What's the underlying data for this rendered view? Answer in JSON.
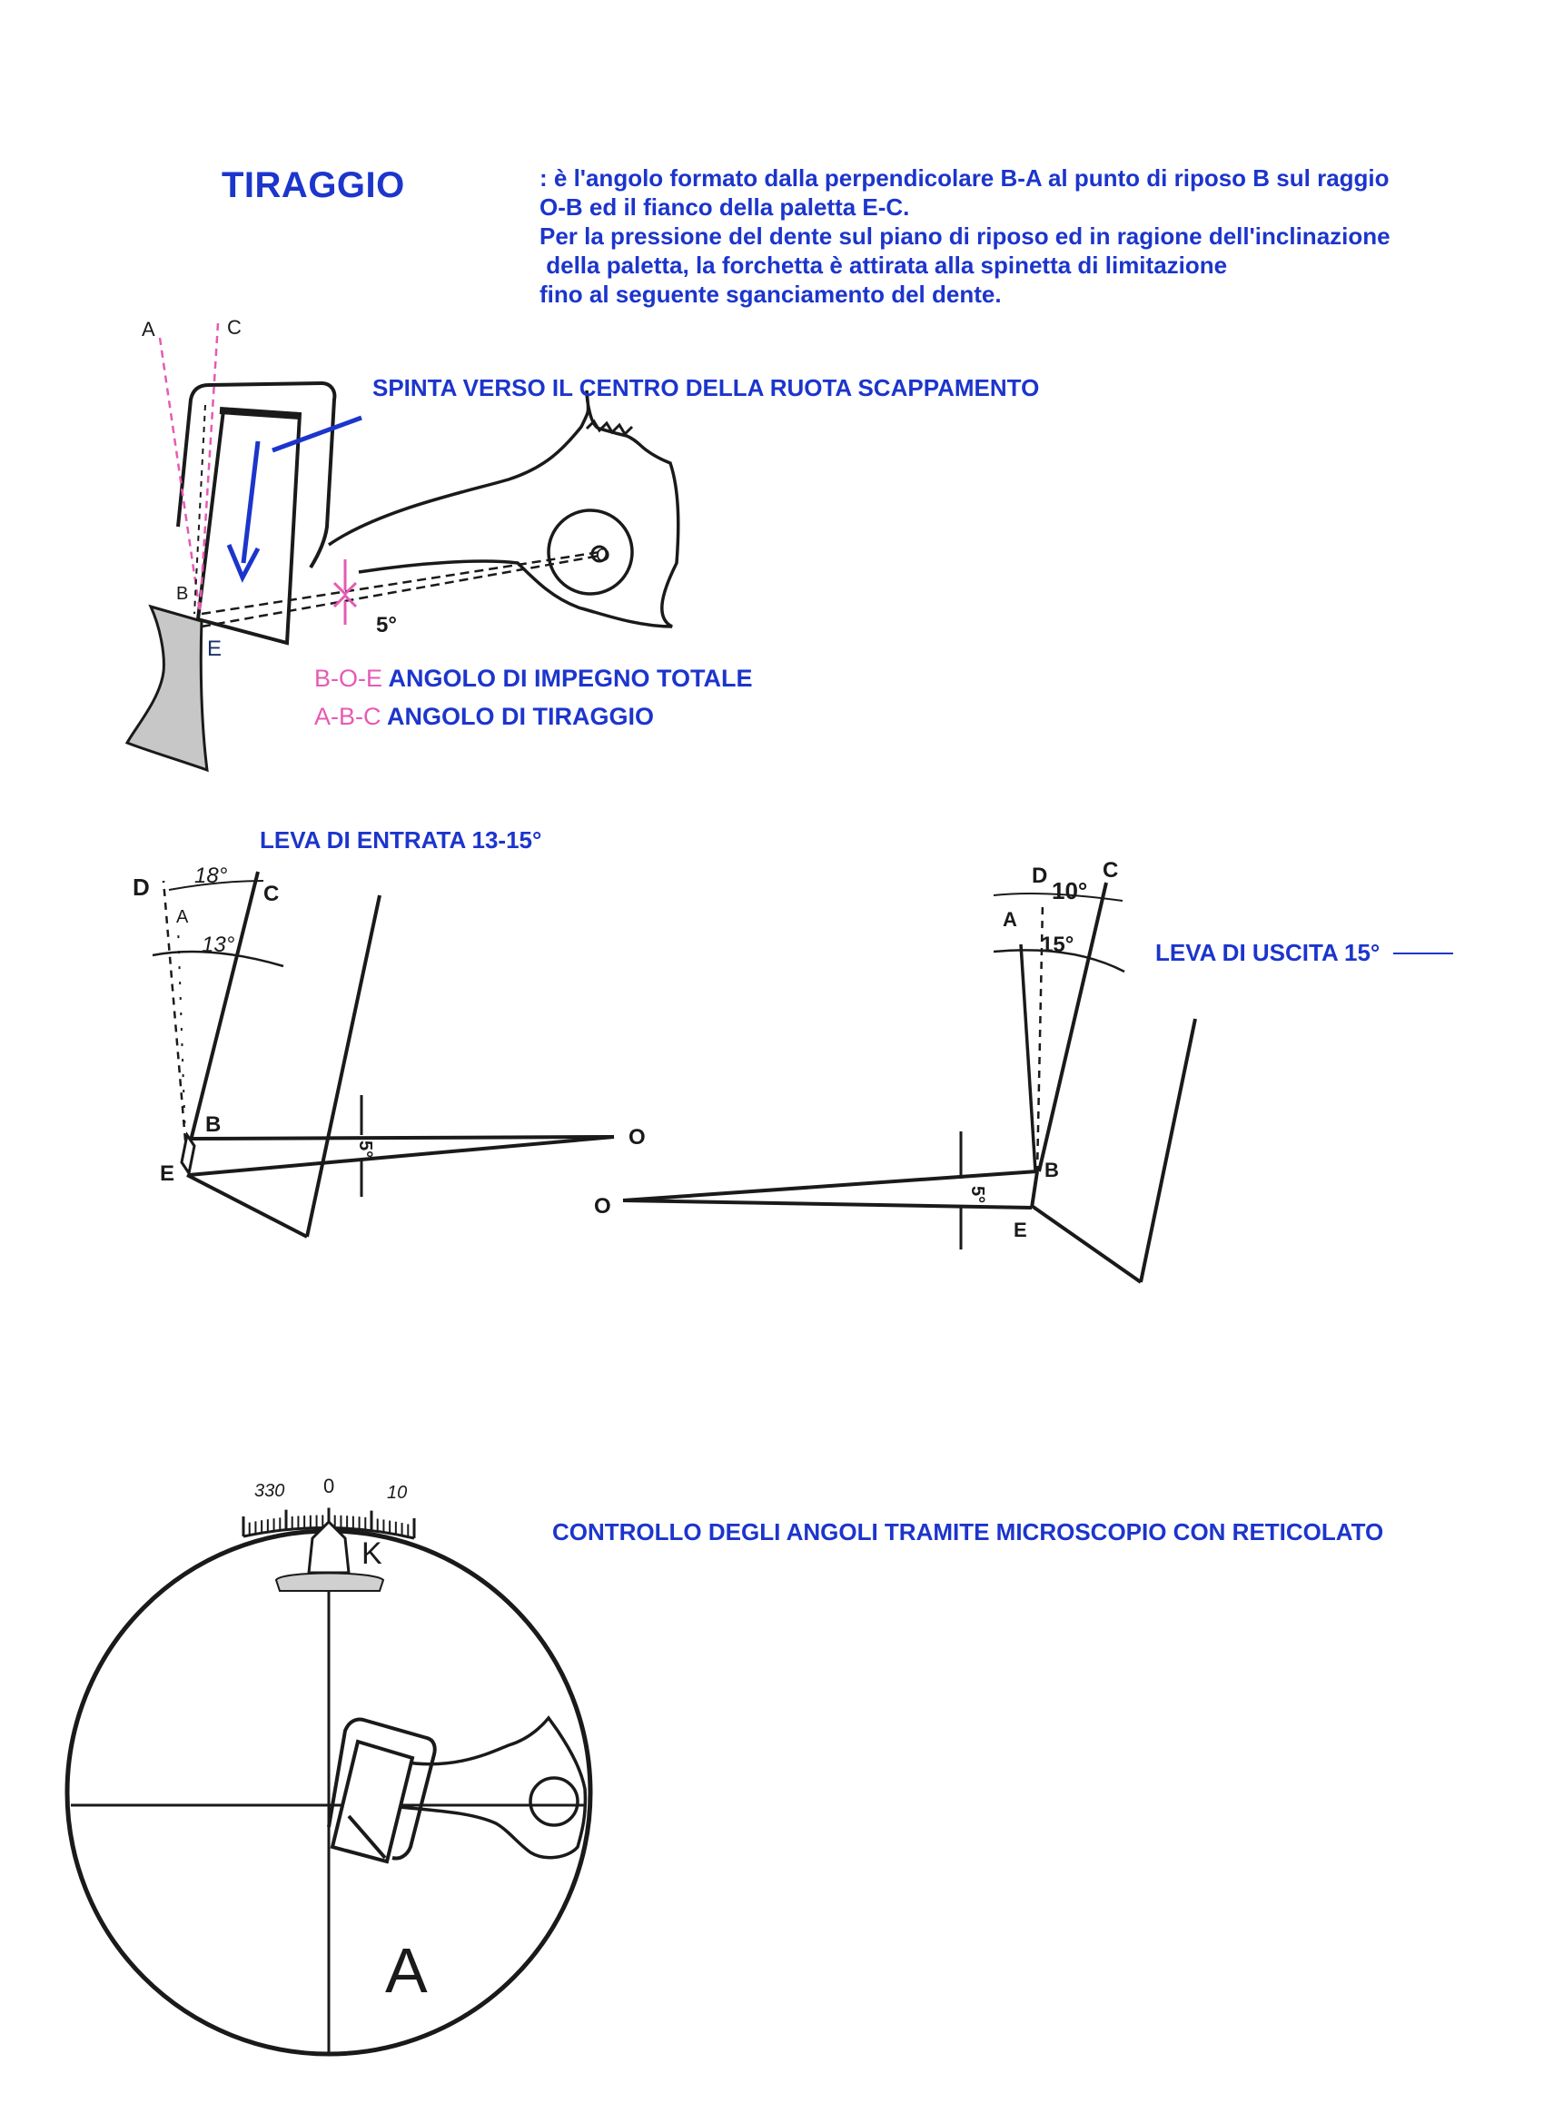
{
  "title": "TIRAGGIO",
  "definition_lines": [
    ": è l'angolo formato dalla perpendicolare B-A al punto di riposo B sul raggio",
    "O-B ed il fianco della paletta E-C.",
    "Per la pressione del dente sul piano di riposo ed in ragione dell'inclinazione",
    " della paletta, la forchetta è attirata alla spinetta di limitazione",
    "fino al seguente sganciamento del dente."
  ],
  "fig1": {
    "thrust_label": "SPINTA VERSO IL CENTRO DELLA RUOTA SCAPPAMENTO",
    "point_a": "A",
    "point_c": "C",
    "point_b": "B",
    "point_e": "E",
    "point_o": "O",
    "angle": "5°",
    "legend": [
      {
        "code": "B-O-E",
        "text": "ANGOLO DI IMPEGNO TOTALE"
      },
      {
        "code": "A-B-C",
        "text": "ANGOLO DI TIRAGGIO"
      }
    ],
    "colors": {
      "blue": "#1c35cc",
      "pink": "#e65ab4",
      "gray": "#c7c7c7"
    }
  },
  "fig2": {
    "entry_label": "LEVA DI ENTRATA  13-15°",
    "exit_label": "LEVA DI USCITA  15°",
    "left": {
      "d": "D",
      "a": "A",
      "c": "C",
      "b": "B",
      "e": "E",
      "o": "O",
      "angle_dc": "18°",
      "angle_ac": "13°",
      "angle_oe": "5°"
    },
    "right": {
      "d": "D",
      "a": "A",
      "c": "C",
      "b": "B",
      "e": "E",
      "o": "O",
      "angle_dc": "10°",
      "angle_ac": "15°",
      "angle_oe": "5°"
    }
  },
  "fig3": {
    "caption": "CONTROLLO DEGLI ANGOLI TRAMITE MICROSCOPIO CON RETICOLATO",
    "scale_left": "330",
    "scale_zero": "0",
    "scale_right": "10",
    "pointer": "K",
    "letter": "A"
  }
}
